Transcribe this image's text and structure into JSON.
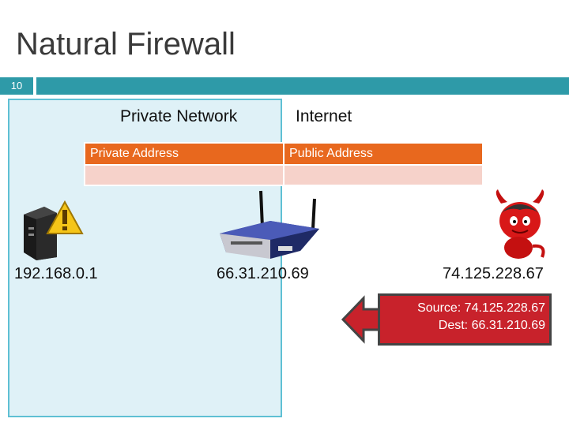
{
  "slide": {
    "title": "Natural Firewall",
    "number": "10"
  },
  "labels": {
    "private_network": "Private Network",
    "internet": "Internet"
  },
  "table": {
    "headers": [
      "Private Address",
      "Public Address"
    ],
    "rows": [
      [
        "",
        ""
      ]
    ]
  },
  "devices": {
    "computer": {
      "address": "192.168.0.1",
      "icon": "computer-warning-icon"
    },
    "router": {
      "address": "66.31.210.69",
      "icon": "router-icon"
    },
    "attacker": {
      "address": "74.125.228.67",
      "icon": "devil-icon"
    }
  },
  "packet": {
    "source": "Source: 74.125.228.67",
    "dest": "Dest: 66.31.210.69",
    "color": "#c8222b"
  },
  "colors": {
    "accent": "#2e9aa8",
    "header": "#e8681e",
    "row": "#f6d2ca",
    "zone": "#dff1f7"
  }
}
